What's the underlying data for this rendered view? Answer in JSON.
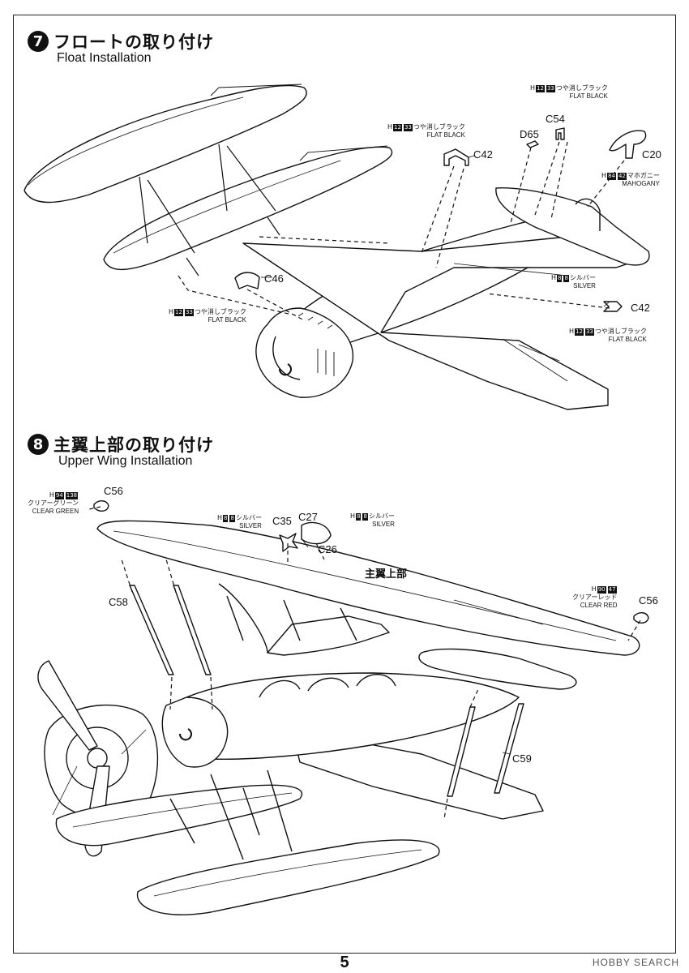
{
  "page": {
    "number": "5"
  },
  "watermark": "HOBBY SEARCH",
  "step7": {
    "number": "7",
    "title_jp": "フロートの取り付け",
    "title_en": "Float Installation",
    "parts": [
      "C42",
      "D65",
      "C54",
      "C20",
      "C46",
      "C42"
    ],
    "paints": {
      "flat_black_a": {
        "codes": [
          "12",
          "33"
        ],
        "jp": "つや消しブラック",
        "en": "FLAT BLACK",
        "prefix": "H"
      },
      "flat_black_b": {
        "codes": [
          "12",
          "33"
        ],
        "jp": "つや消しブラック",
        "en": "FLAT BLACK",
        "prefix": "H"
      },
      "mahogany": {
        "codes": [
          "84",
          "42"
        ],
        "jp": "マホガニー",
        "en": "MAHOGANY",
        "prefix": "H"
      },
      "silver": {
        "codes": [
          "8",
          "8"
        ],
        "jp": "シルバー",
        "en": "SILVER",
        "prefix": "H"
      },
      "flat_black_c": {
        "codes": [
          "12",
          "33"
        ],
        "jp": "つや消しブラック",
        "en": "FLAT BLACK",
        "prefix": "H"
      },
      "flat_black_d": {
        "codes": [
          "12",
          "33"
        ],
        "jp": "つや消しブラック",
        "en": "FLAT BLACK",
        "prefix": "H"
      }
    }
  },
  "step8": {
    "number": "8",
    "title_jp": "主翼上部の取り付け",
    "title_en": "Upper Wing Installation",
    "parts": [
      "C56",
      "C35",
      "C27",
      "C26",
      "C58",
      "C56",
      "C59"
    ],
    "callout": "主翼上部",
    "paints": {
      "clear_green": {
        "codes": [
          "94",
          "138"
        ],
        "jp": "クリアーグリーン",
        "en": "CLEAR GREEN",
        "prefix": "H"
      },
      "silver_a": {
        "codes": [
          "8",
          "8"
        ],
        "jp": "シルバー",
        "en": "SILVER",
        "prefix": "H"
      },
      "silver_b": {
        "codes": [
          "8",
          "8"
        ],
        "jp": "シルバー",
        "en": "SILVER",
        "prefix": "H"
      },
      "clear_red": {
        "codes": [
          "90",
          "47"
        ],
        "jp": "クリアーレッド",
        "en": "CLEAR RED",
        "prefix": "H"
      }
    }
  }
}
